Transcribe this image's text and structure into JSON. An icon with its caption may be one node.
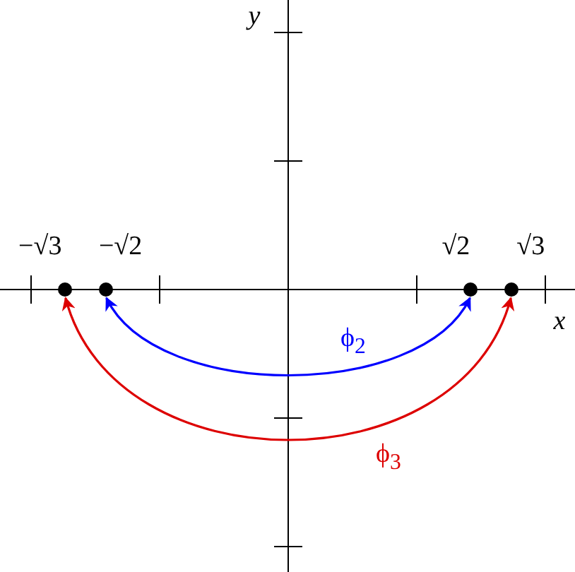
{
  "diagram": {
    "nodes": [
      {
        "text": [],
        "shape": "circle",
        "beside": [
          "−√3"
        ]
      },
      {
        "text": [],
        "shape": "circle",
        "beside": [
          "−√2"
        ]
      },
      {
        "text": [],
        "shape": "circle",
        "beside": [
          "√2"
        ]
      },
      {
        "text": [],
        "shape": "circle",
        "beside": [
          "√3"
        ]
      }
    ],
    "edges": [
      {
        "from": 1,
        "to": 2,
        "arrow": "both",
        "label": "ϕ$_{2}$",
        "color": "#0000ff"
      },
      {
        "from": 0,
        "to": 3,
        "arrow": "both",
        "label": "ϕ$_{3}$",
        "color": "#dd0000"
      }
    ],
    "labels": [
      "y",
      "x"
    ]
  }
}
